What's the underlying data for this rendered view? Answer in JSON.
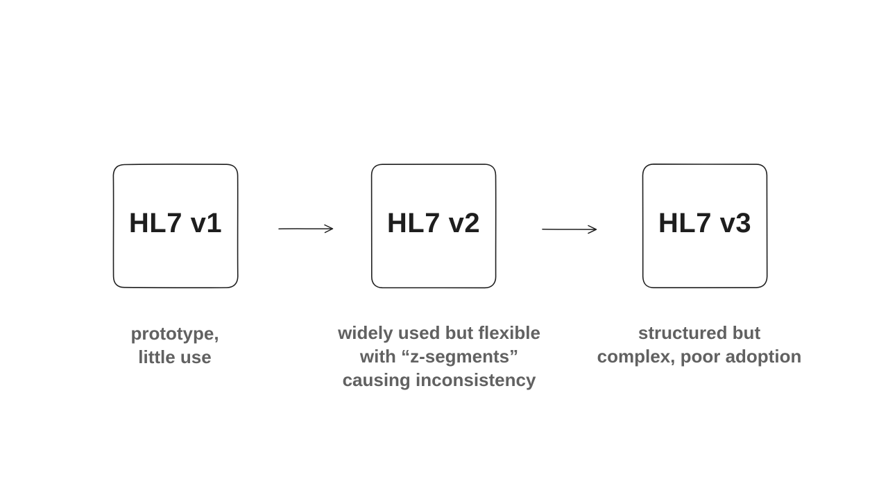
{
  "nodes": [
    {
      "label": "HL7 v1",
      "caption": [
        "prototype,",
        "little use"
      ]
    },
    {
      "label": "HL7 v2",
      "caption": [
        "widely used but flexible",
        "with “z-segments”",
        "causing inconsistency"
      ]
    },
    {
      "label": "HL7 v3",
      "caption": [
        "structured but",
        "complex, poor adoption"
      ]
    }
  ],
  "colors": {
    "stroke": "#1e1e1e",
    "box_text": "#1e1e1e",
    "caption_text": "#616161",
    "background": "#ffffff"
  }
}
